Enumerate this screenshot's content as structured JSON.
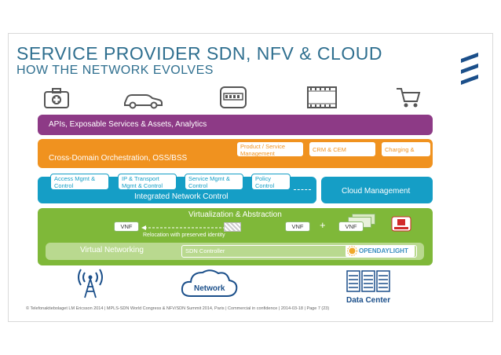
{
  "title": "SERVICE PROVIDER SDN, NFV & CLOUD",
  "subtitle": "HOW THE NETWORK EVOLVES",
  "top_icons": [
    "first-aid-kit-icon",
    "car-icon",
    "meter-icon",
    "film-strip-icon",
    "shopping-cart-icon"
  ],
  "apis": {
    "label": "APIs, Exposable Services & Assets, Analytics"
  },
  "orchestration": {
    "label": "Cross-Domain Orchestration, OSS/BSS",
    "boxes": [
      "Product / Service Management",
      "CRM & CEM",
      "Charging & Billing"
    ]
  },
  "integrated": {
    "label": "Integrated Network Control",
    "boxes": [
      "Access Mgmt & Control",
      "IP & Transport Mgmt & Control",
      "Service Mgmt & Control",
      "Policy Control"
    ]
  },
  "cloud": {
    "label": "Cloud Management"
  },
  "virtualization": {
    "label": "Virtualization & Abstraction",
    "vnf1": "VNF",
    "vnf2": "VNF",
    "vnf3": "VNF",
    "plus": "+",
    "relocation": "Relocation with preserved identity"
  },
  "networking": {
    "label": "Virtual Networking",
    "sdn": "SDN Controller",
    "opendaylight": "OPENDAYLIGHT"
  },
  "bottom": {
    "network": "Network",
    "datacenter": "Data Center"
  },
  "footer": "© Telefonaktiebolaget LM Ericsson 2014  |  MPLS-SDN World Congress & NFV/SDN Summit 2014, Paris  |  Commercial in confidence  |  2014-03-18  |  Page 7 (23)",
  "colors": {
    "purple": "#8d3a86",
    "orange": "#f0921f",
    "blue": "#159ec6",
    "green": "#7fb839",
    "title": "#2f6f8f"
  }
}
